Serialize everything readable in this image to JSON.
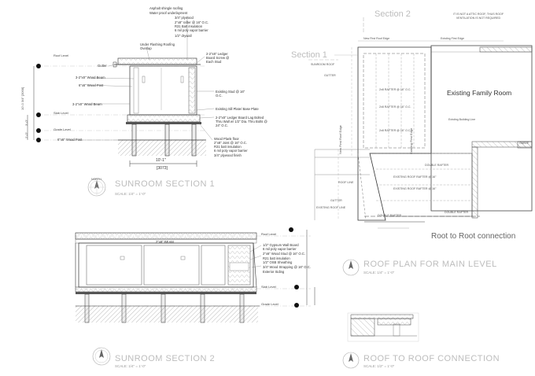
{
  "section1": {
    "title": "SUNROOM   SECTION 1",
    "scale": "SCALE: 1/4\" = 1'-0\"",
    "roof_notes": [
      "Asphalt shingle roofing",
      "Water proof underlayment",
      "3/4\" plywood",
      "2\"x8\" rafter @ 16\" O.C.",
      "R31 Batt insulation",
      "6 mil poly vapor barrier",
      "1/2\" drywall"
    ],
    "flashing": [
      "Under Flashing Roofing",
      "Overlap"
    ],
    "ledger": [
      "2-2\"x8\" Ledger",
      "Board Screw @",
      "Each Stud"
    ],
    "gutter": "Gutter",
    "beam_top": "3-2\"x8\" Wood Beam",
    "post": "6\"x6\" Wood Post",
    "beam_mid": "3-2\"x8\" Wood Beam",
    "post_base": "6\"x6\" Wood Post",
    "existing_stud": [
      "Existing Stud @ 16\"",
      "O.C."
    ],
    "sill": "Existing Sill Plate/ Base Plate",
    "ledger_bolted": [
      "2-2\"x8\" Ledger Board Lag Bolted",
      "Thru Wall w/ 1/2\" Dia. Thru Bolts @",
      "24\" O.C."
    ],
    "floor": [
      "Wood Plank floor",
      "2\"x8\" Joist @ 16\" O.C.",
      "R31 batt insulation",
      "6 mil poly vapor barrier",
      "3/4\" plywood finish"
    ],
    "dimension": "10'-1\"",
    "dimension_metric": "[3073]",
    "levels": [
      "Roof Level",
      "Slab Level",
      "Grade Level"
    ],
    "height_dim": "10'-0 3/4\" [3068]",
    "height_small": "2'-0\"",
    "height_small2": "3'-0\""
  },
  "section2": {
    "title": "SUNROOM   SECTION 2",
    "scale": "SCALE: 1/4\" = 1'-0\"",
    "top_label": "2\"x8\" BEAM",
    "notes": [
      "1/2\" Gypsum Wall Board",
      "6 mil poly vapor barrier",
      "2\"x6\" Wood Stud @ 16\" O.C.",
      "R21 batt insulation",
      "1/2\" OSB Sheathing",
      "3/4\" Wood Strapping @ 16\" O.C.",
      "Exterior Siding"
    ],
    "levels": [
      "Roof Level",
      "Slab Level",
      "Grade Level"
    ]
  },
  "plan": {
    "title": "ROOF PLAN FOR MAIN LEVEL",
    "scale": "SCALE: 1/4\" = 1'-0\"",
    "section_2": "Section 2",
    "section_1": "Section 1",
    "attic_note": [
      "IT IS NOT A ATTIC ROOF, THUS ROOF",
      "VENTILATION IS NOT REQUIRED"
    ],
    "existing_family_room": "Existing Family Room",
    "new_first_roof_edge": "New First Roof Edge",
    "existing_roof_edge": "Existing First Edge",
    "rtr_label": "Root to Root connection",
    "labels": [
      "SUNROOM ROOF",
      "GUTTER",
      "DOUBLE RAFTER",
      "DOUBLE RAFTER",
      "EXISTING ROOF RAFTER @ 16\"",
      "EXISTING ROOF RAFTER @ 16\"",
      "GUTTER",
      "EXISTING ROOF LINE",
      "DOUBLE RAFTER",
      "New First Roof Edge",
      "Existing First Edge",
      "2x8 RAFTER @ 16\" O.C.",
      "2x8 RAFTER @ 16\" O.C.",
      "2x8 RAFTER @ 16\" O.C.",
      "Existing Building Line",
      "ROOF LINE",
      "GABLE"
    ]
  },
  "connection": {
    "title": "ROOF TO ROOF CONNECTION",
    "scale": "SCALE: 1/2\" = 1'-0\""
  },
  "north_label": "NORTH"
}
